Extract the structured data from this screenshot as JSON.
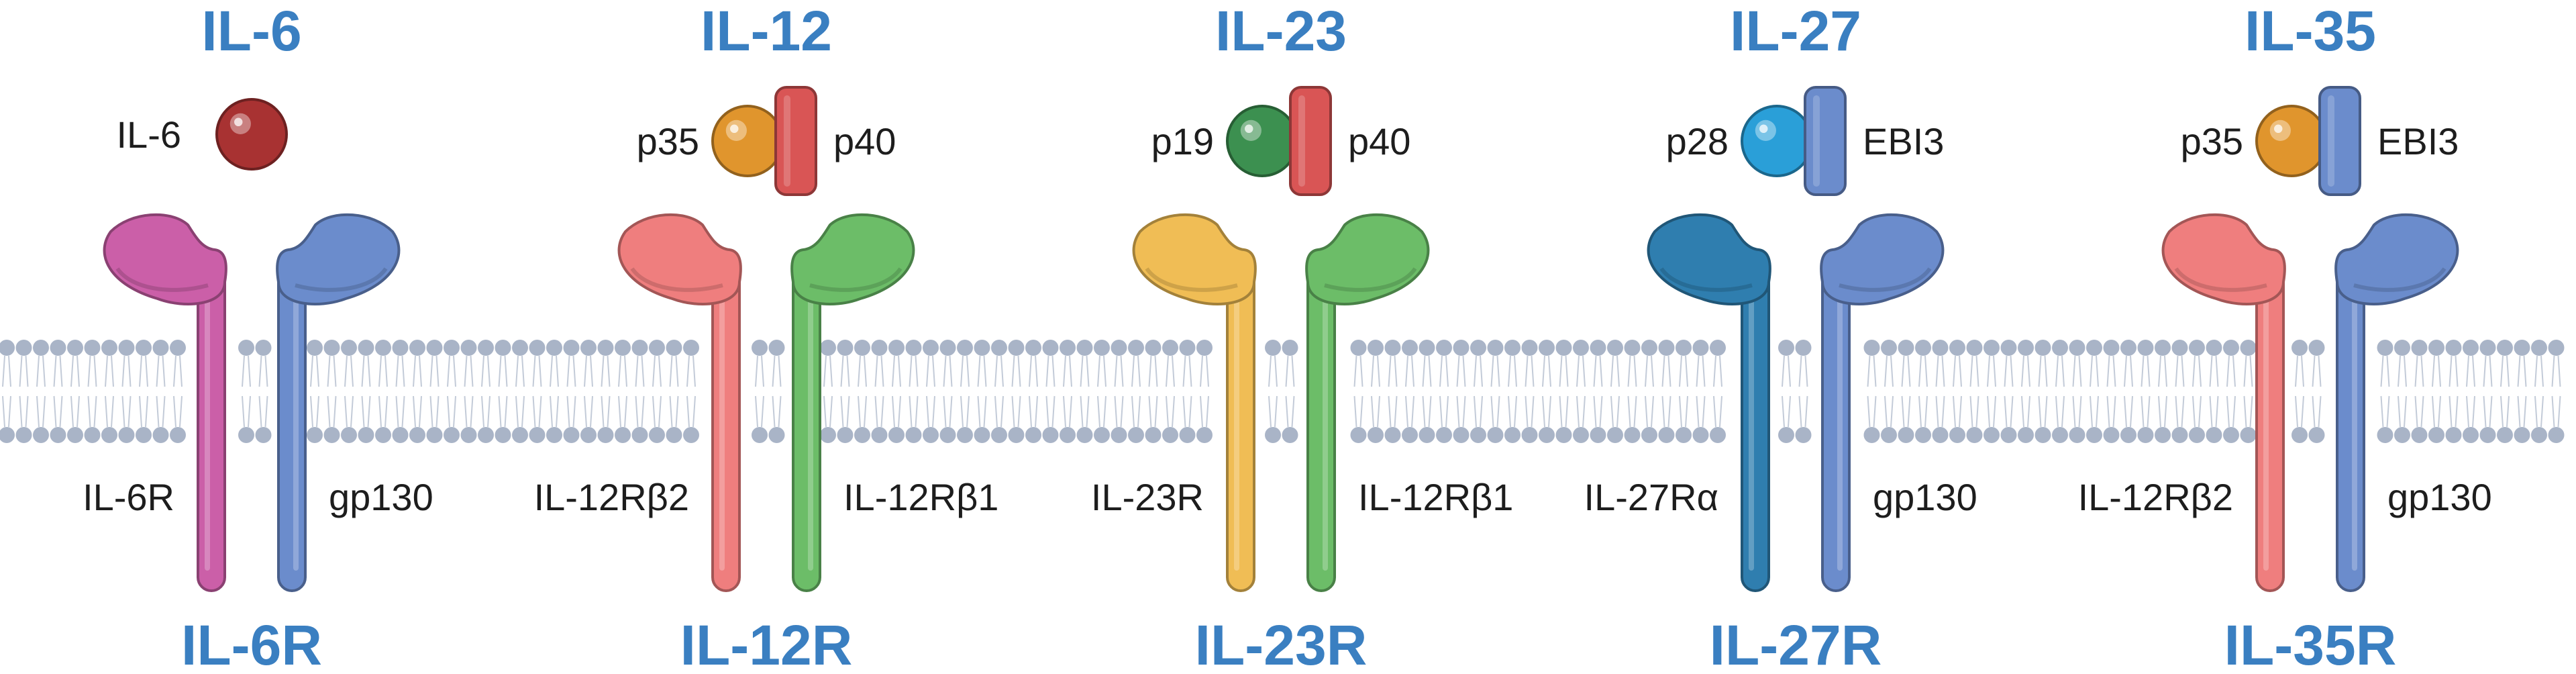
{
  "panels": [
    {
      "cytokine": "IL-6",
      "receptor": "IL-6R",
      "ligand": {
        "subunits": [
          "IL-6"
        ],
        "colors": [
          "#a83232"
        ]
      },
      "chains": [
        {
          "name": "IL-6R",
          "color": "#cb5fa8"
        },
        {
          "name": "gp130",
          "color": "#6b8ccc"
        }
      ]
    },
    {
      "cytokine": "IL-12",
      "receptor": "IL-12R",
      "ligand": {
        "subunits": [
          "p35",
          "p40"
        ],
        "colors": [
          "#e0952d",
          "#d95555"
        ]
      },
      "chains": [
        {
          "name": "IL-12Rβ2",
          "color": "#ef7e7e"
        },
        {
          "name": "IL-12Rβ1",
          "color": "#6cbd68"
        }
      ]
    },
    {
      "cytokine": "IL-23",
      "receptor": "IL-23R",
      "ligand": {
        "subunits": [
          "p19",
          "p40"
        ],
        "colors": [
          "#3c9050",
          "#d95555"
        ]
      },
      "chains": [
        {
          "name": "IL-23R",
          "color": "#f0bd55"
        },
        {
          "name": "IL-12Rβ1",
          "color": "#6cbd68"
        }
      ]
    },
    {
      "cytokine": "IL-27",
      "receptor": "IL-27R",
      "ligand": {
        "subunits": [
          "p28",
          "EBI3"
        ],
        "colors": [
          "#2a9fd8",
          "#6b8ccc"
        ]
      },
      "chains": [
        {
          "name": "IL-27Rα",
          "color": "#2f7eaf"
        },
        {
          "name": "gp130",
          "color": "#6b8ccc"
        }
      ]
    },
    {
      "cytokine": "IL-35",
      "receptor": "IL-35R",
      "ligand": {
        "subunits": [
          "p35",
          "EBI3"
        ],
        "colors": [
          "#e0952d",
          "#6b8ccc"
        ]
      },
      "chains": [
        {
          "name": "IL-12Rβ2",
          "color": "#ef7e7e"
        },
        {
          "name": "gp130",
          "color": "#6b8ccc"
        }
      ]
    }
  ],
  "colors": {
    "title": "#3a7fc1",
    "membrane_head": "#a9b4c7",
    "membrane_tail": "#c3cbd8"
  }
}
